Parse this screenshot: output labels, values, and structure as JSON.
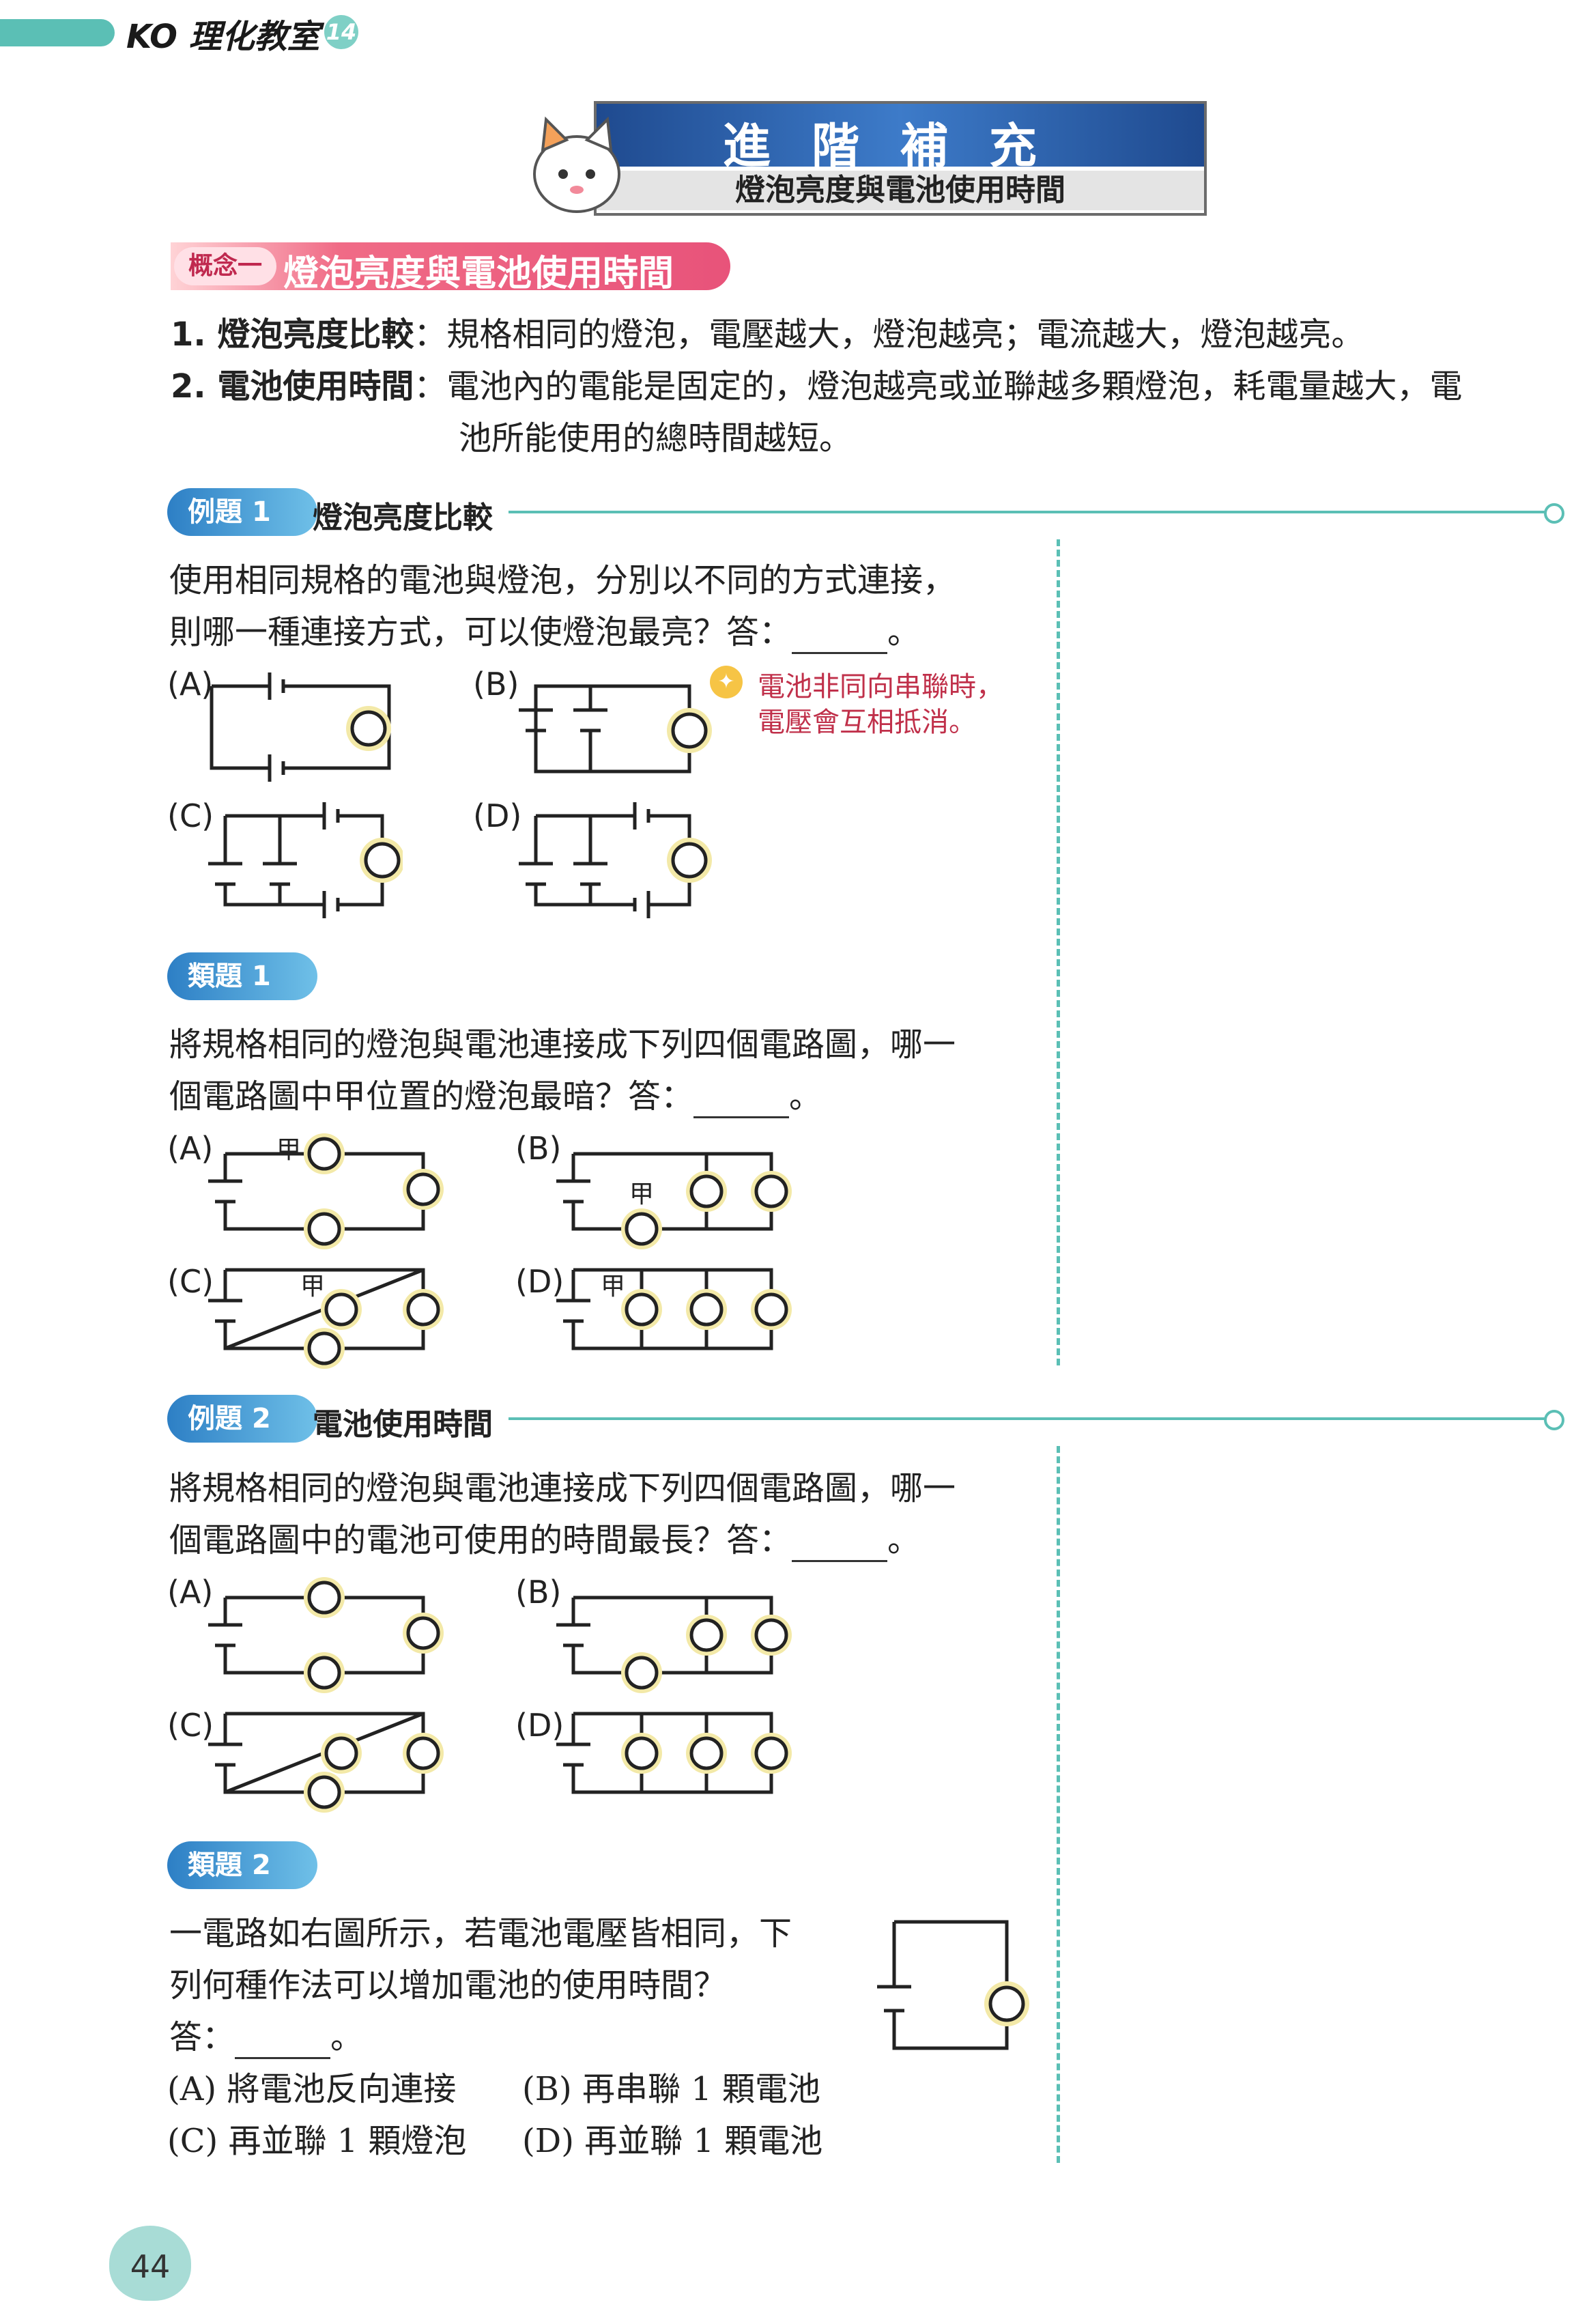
{
  "header": {
    "title": "KO 理化教室",
    "volume": "14"
  },
  "banner": {
    "title": "進階補充",
    "subtitle": "燈泡亮度與電池使用時間"
  },
  "concept": {
    "badge": "概念一",
    "title": "燈泡亮度與電池使用時間",
    "point1_label": "1. 燈泡亮度比較",
    "point1_text": "：規格相同的燈泡，電壓越大，燈泡越亮；電流越大，燈泡越亮。",
    "point2_label": "2. 電池使用時間",
    "point2_text_a": "：電池內的電能是固定的，燈泡越亮或並聯越多顆燈泡，耗電量越大，電",
    "point2_text_b": "池所能使用的總時間越短。"
  },
  "example1": {
    "badge": "例題",
    "num": "1",
    "title": "燈泡亮度比較",
    "q_line1": "使用相同規格的電池與燈泡，分別以不同的方式連接，",
    "q_line2": "則哪一種連接方式，可以使燈泡最亮？答：",
    "q_end": "。",
    "hint_line1": "電池非同向串聯時，",
    "hint_line2": "電壓會互相抵消。",
    "options": [
      "(A)",
      "(B)",
      "(C)",
      "(D)"
    ]
  },
  "similar1": {
    "badge": "類題",
    "num": "1",
    "q_line1": "將規格相同的燈泡與電池連接成下列四個電路圖，哪一",
    "q_line2": "個電路圖中甲位置的燈泡最暗？答：",
    "q_end": "。",
    "jia": "甲",
    "options": [
      "(A)",
      "(B)",
      "(C)",
      "(D)"
    ]
  },
  "example2": {
    "badge": "例題",
    "num": "2",
    "title": "電池使用時間",
    "q_line1": "將規格相同的燈泡與電池連接成下列四個電路圖，哪一",
    "q_line2": "個電路圖中的電池可使用的時間最長？答：",
    "q_end": "。",
    "options": [
      "(A)",
      "(B)",
      "(C)",
      "(D)"
    ]
  },
  "similar2": {
    "badge": "類題",
    "num": "2",
    "q_line1": "一電路如右圖所示，若電池電壓皆相同，下",
    "q_line2": "列何種作法可以增加電池的使用時間？",
    "q_line3": "答：",
    "q_end": "。",
    "choice_a": "(A) 將電池反向連接",
    "choice_b": "(B) 再串聯 1 顆電池",
    "choice_c": "(C) 再並聯 1 顆燈泡",
    "choice_d": "(D) 再並聯 1 顆電池"
  },
  "page_number": "44"
}
